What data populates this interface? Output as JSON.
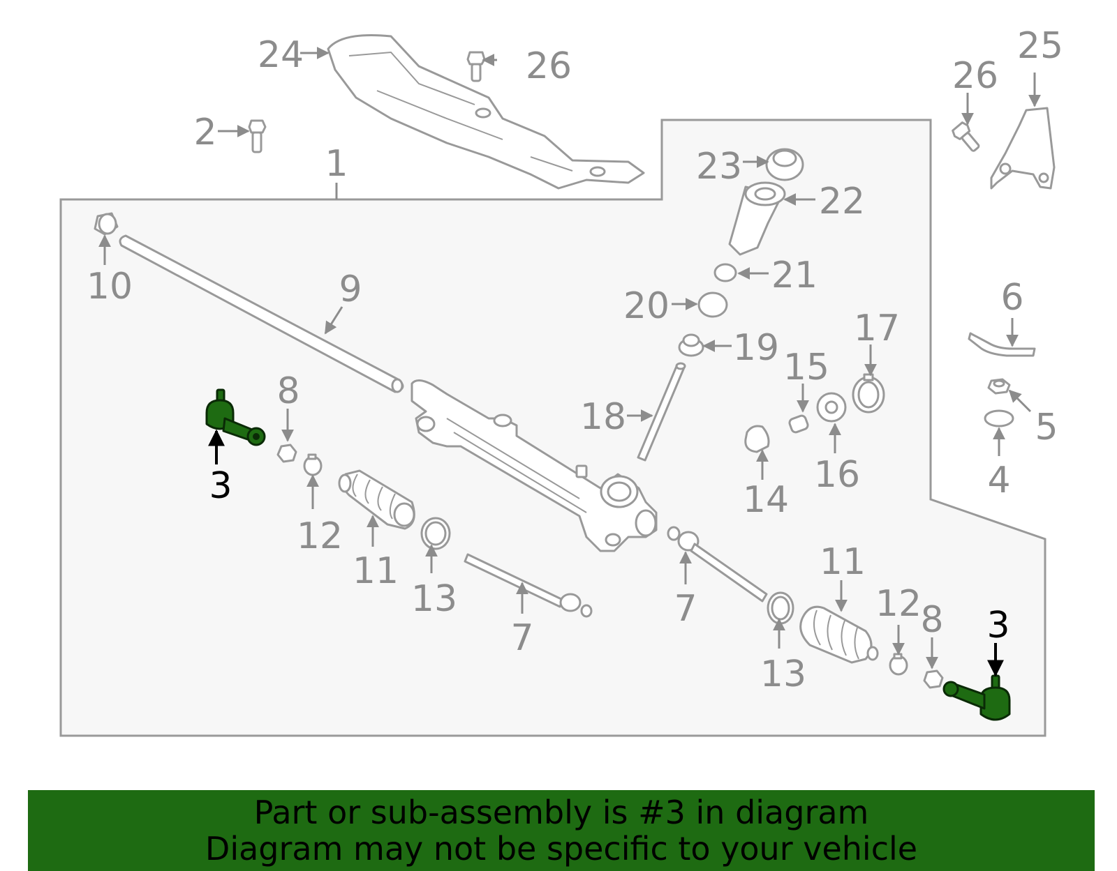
{
  "colors": {
    "highlight": "#1e6b12",
    "part_outline": "#999999",
    "label": "#8c8c8c",
    "panel_fill": "#f7f7f7",
    "banner_bg": "#1e6b12"
  },
  "callouts": {
    "c1": "1",
    "c2": "2",
    "c3a": "3",
    "c3b": "3",
    "c4": "4",
    "c5": "5",
    "c6": "6",
    "c7a": "7",
    "c7b": "7",
    "c8a": "8",
    "c8b": "8",
    "c9": "9",
    "c10": "10",
    "c11a": "11",
    "c11b": "11",
    "c12a": "12",
    "c12b": "12",
    "c13a": "13",
    "c13b": "13",
    "c14": "14",
    "c15": "15",
    "c16": "16",
    "c17": "17",
    "c18": "18",
    "c19": "19",
    "c20": "20",
    "c21": "21",
    "c22": "22",
    "c23": "23",
    "c24": "24",
    "c25": "25",
    "c26a": "26",
    "c26b": "26"
  },
  "highlighted_part": "3",
  "banner": {
    "line1": "Part or sub-assembly is #3 in diagram",
    "line2": "Diagram may not be specific to your vehicle"
  }
}
